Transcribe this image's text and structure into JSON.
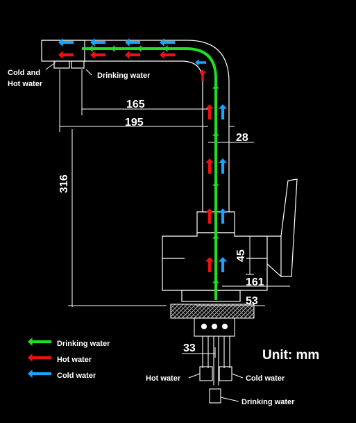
{
  "colors": {
    "drinking": "#22dd22",
    "hot": "#ee1111",
    "cold": "#1aa3ff",
    "line": "#ffffff"
  },
  "labels": {
    "cold_and_hot_line1": "Cold and",
    "cold_and_hot_line2": "Hot water",
    "drinking_top": "Drinking water",
    "hot_bottom": "Hot water",
    "cold_bottom": "Cold water",
    "drinking_bottom": "Drinking water"
  },
  "dimensions": {
    "d165": "165",
    "d195": "195",
    "d28": "28",
    "d316": "316",
    "d45": "45",
    "d161": "161",
    "d53": "53",
    "d33": "33"
  },
  "unit": "Unit: mm",
  "legend": [
    {
      "label": "Drinking water",
      "color": "#22dd22"
    },
    {
      "label": "Hot water",
      "color": "#ee1111"
    },
    {
      "label": "Cold water",
      "color": "#1aa3ff"
    }
  ]
}
